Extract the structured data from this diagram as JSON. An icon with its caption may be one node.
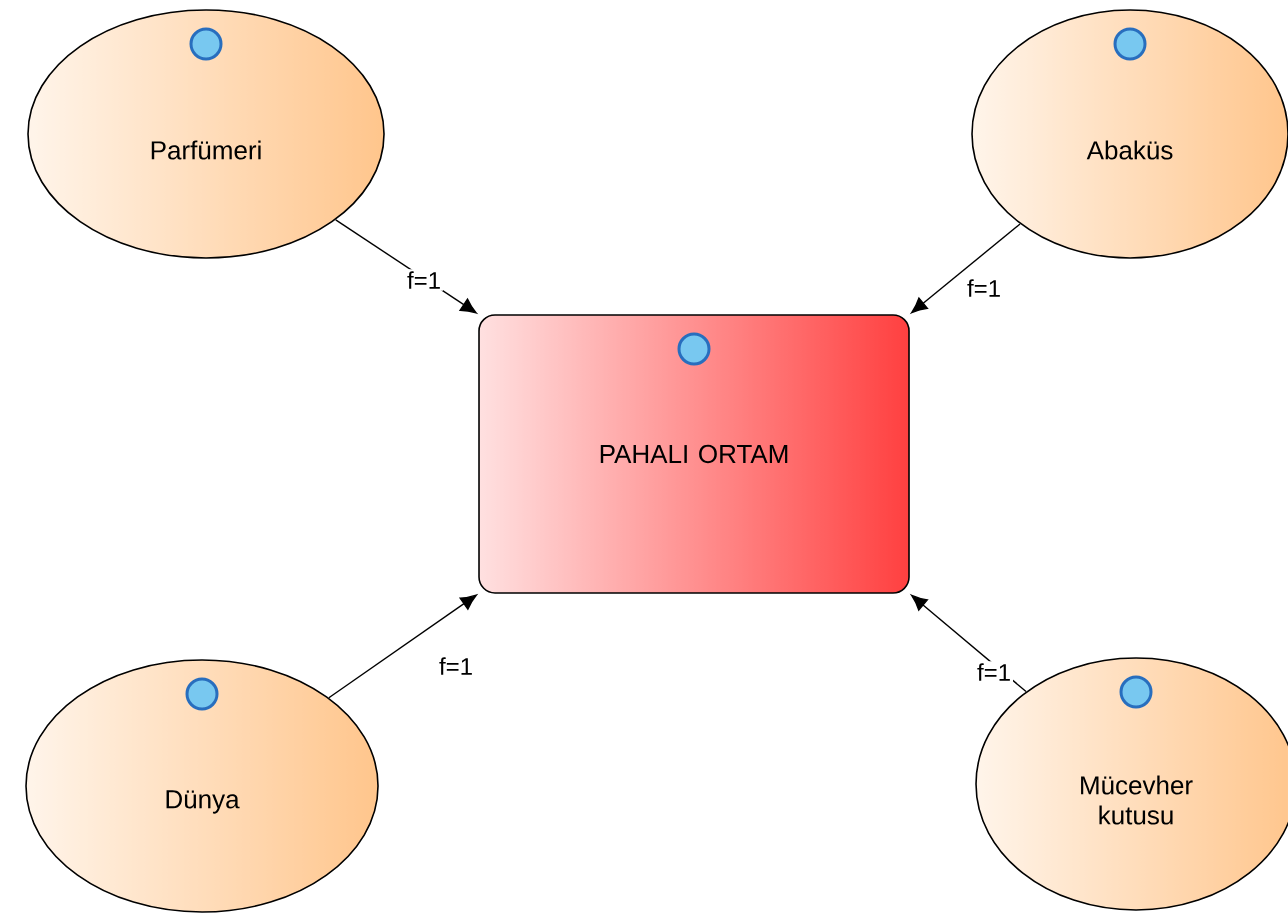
{
  "diagram": {
    "nodes": [
      {
        "text": [
          "Parfümeri"
        ]
      },
      {
        "text": [
          "Abaküs"
        ]
      },
      {
        "text": [
          "PAHALI ORTAM"
        ]
      },
      {
        "text": [
          "Dünya"
        ]
      },
      {
        "text": [
          "Mücevher kutusu"
        ]
      }
    ],
    "edges": [
      {
        "from": 0,
        "to": 2,
        "arrow": "to",
        "label": "f=1"
      },
      {
        "from": 1,
        "to": 2,
        "arrow": "to",
        "label": "f=1"
      },
      {
        "from": 3,
        "to": 2,
        "arrow": "to",
        "label": "f=1"
      },
      {
        "from": 4,
        "to": 2,
        "arrow": "to",
        "label": "f=1"
      }
    ]
  }
}
